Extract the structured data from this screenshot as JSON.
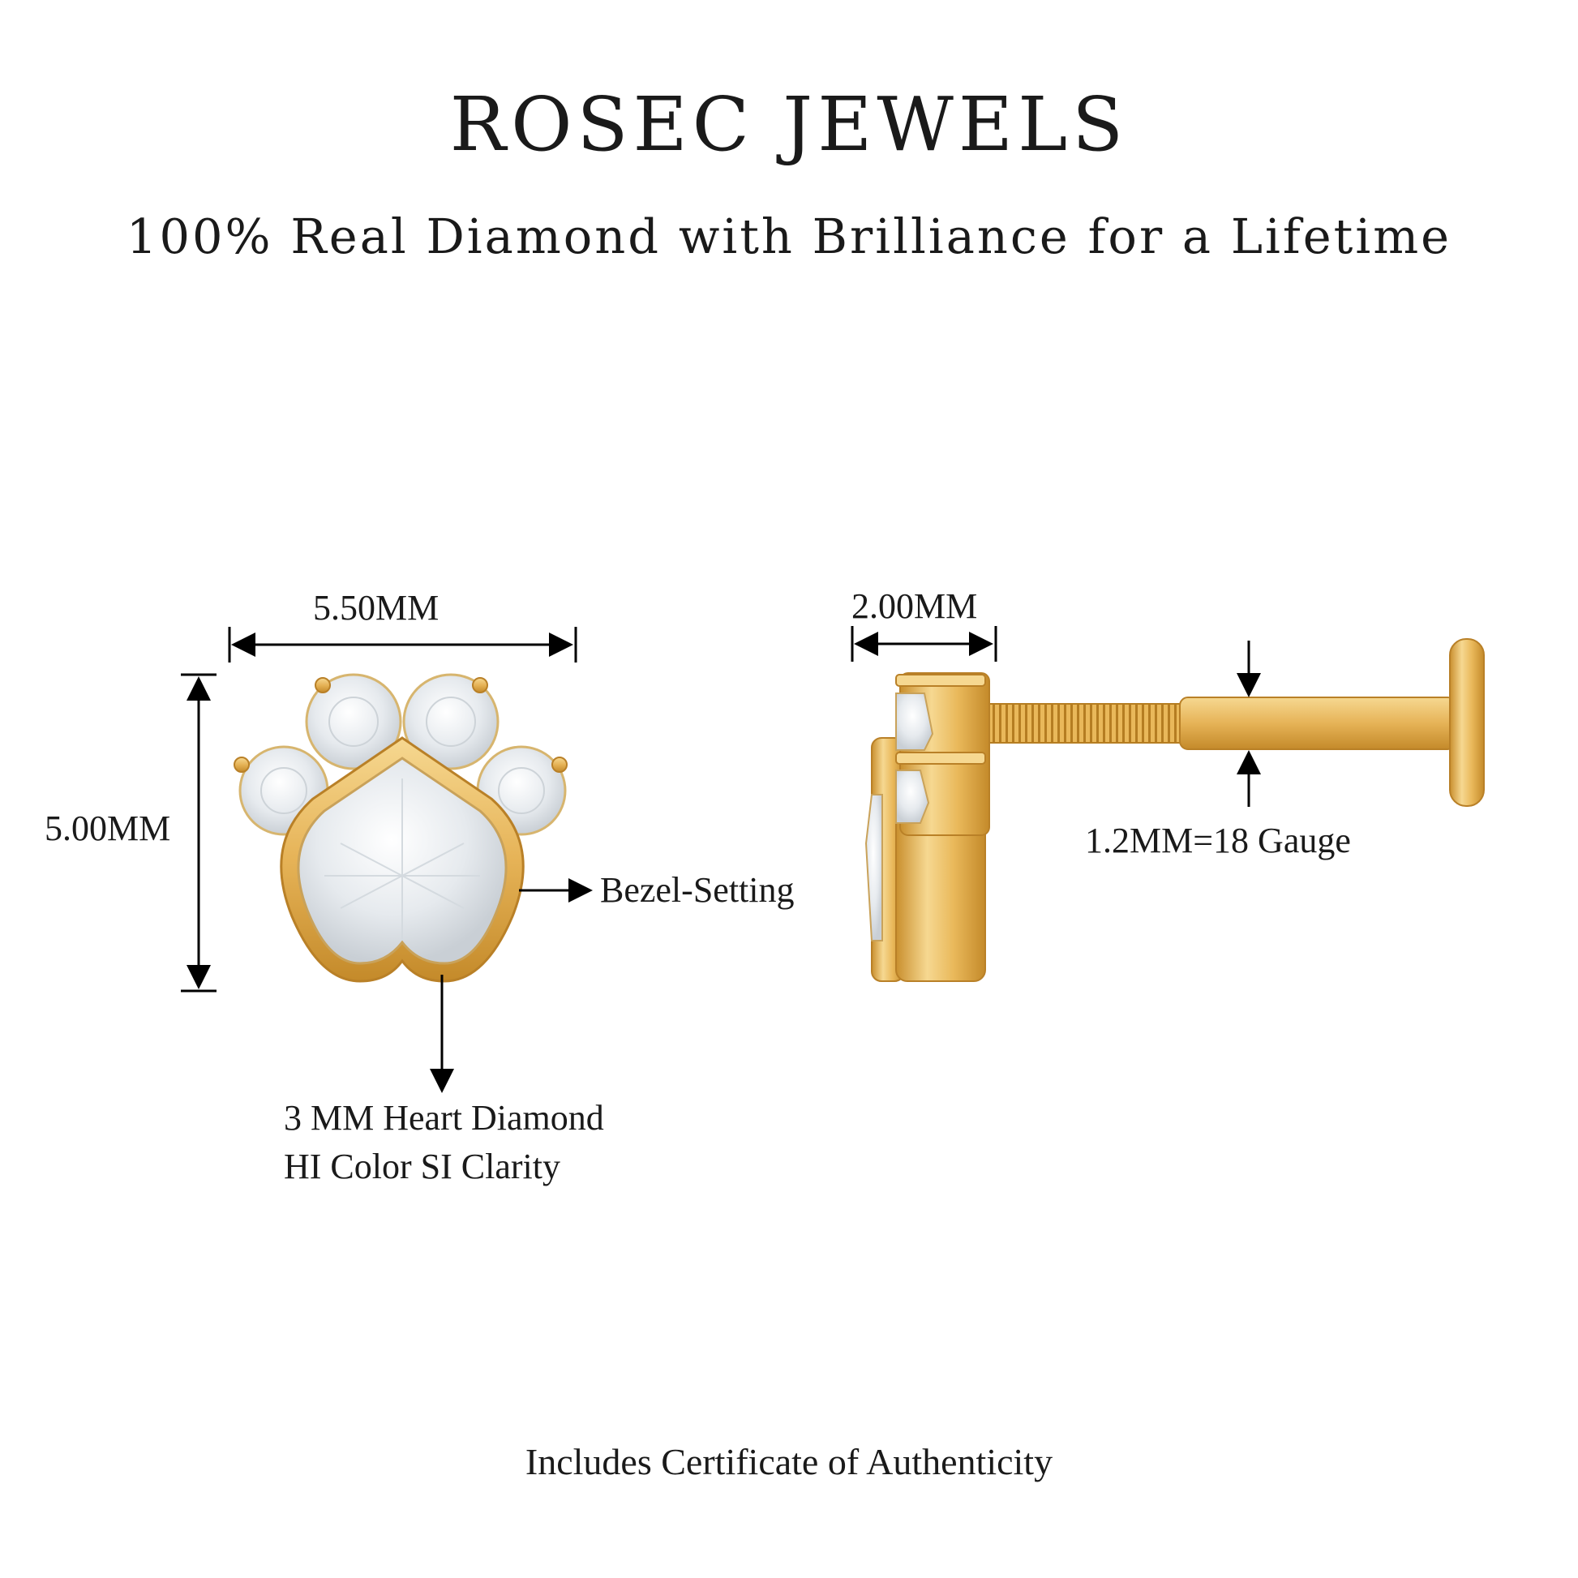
{
  "header": {
    "brand": "ROSEC JEWELS",
    "tagline": "100% Real Diamond with Brilliance for a Lifetime"
  },
  "front_view": {
    "width_label": "5.50MM",
    "height_label": "5.00MM",
    "setting_label": "Bezel-Setting",
    "stone_line_1": "3 MM Heart Diamond",
    "stone_line_2": "HI Color SI Clarity"
  },
  "side_view": {
    "depth_label": "2.00MM",
    "gauge_label": "1.2MM=18 Gauge"
  },
  "footer": {
    "certificate": "Includes Certificate of Authenticity"
  },
  "colors": {
    "gold": "#e9b85a",
    "gold_dark": "#c8902f",
    "gold_light": "#f8dc97",
    "diamond": "#eef1f3",
    "text": "#1a1a1a"
  }
}
